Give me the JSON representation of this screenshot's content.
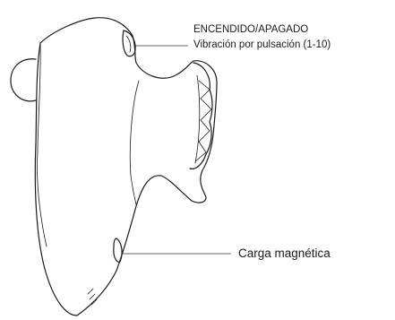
{
  "callouts": {
    "power_button": {
      "title": "ENCENDIDO/APAGADO",
      "description": "Vibración por pulsación (1-10)"
    },
    "charging_port": {
      "label": "Carga magnética"
    }
  }
}
